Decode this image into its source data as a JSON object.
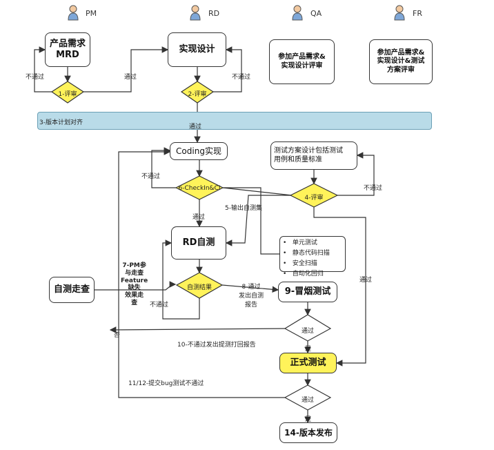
{
  "roles": {
    "pm": "PM",
    "rd": "RD",
    "qa": "QA",
    "fr": "FR"
  },
  "nodes": {
    "mrd": "产品需求\nMRD",
    "design": "实现设计",
    "qa_review": "参加产品需求&\n实现设计评审",
    "fr_review": "参加产品需求&\n实现设计&测试\n方案评审",
    "coding": "Coding实现",
    "test_plan": "测试方案设计包括测试\n用例和质量标准",
    "rd_self": "RD自测",
    "self_walk": "自测走查",
    "smoke": "9-冒烟测试",
    "formal": "正式测试",
    "release": "14-版本发布"
  },
  "diamonds": {
    "d1": "1-评审",
    "d2": "2-评审",
    "d6": "6-CheckIn&CI",
    "d4": "4-评审",
    "dself": "自测结果",
    "dpass1": "通过",
    "dpass2": "通过"
  },
  "band": "3-版本计划对齐",
  "bullets": [
    "单元测试",
    "静态代码扫描",
    "安全扫描",
    "自动化回归"
  ],
  "labels": {
    "fail1": "不通过",
    "pass1": "通过",
    "fail2": "不通过",
    "pass_band": "通过",
    "fail6": "不通过",
    "output_self": "5-输出自测集",
    "fail4": "不通过",
    "pass6": "通过",
    "pm_walk": "7-PM参\n与走查\nFeature\n缺失\n效果走\n查",
    "fail_self": "不通过",
    "pass_self": "8-通过\n发出自测\n报告",
    "pass4": "通过",
    "fail_smoke": "10-不通过发出提测打回报告",
    "no": "否",
    "yes1": "是",
    "bug": "11/12-提交bug测试不通过",
    "yes2": "是"
  }
}
